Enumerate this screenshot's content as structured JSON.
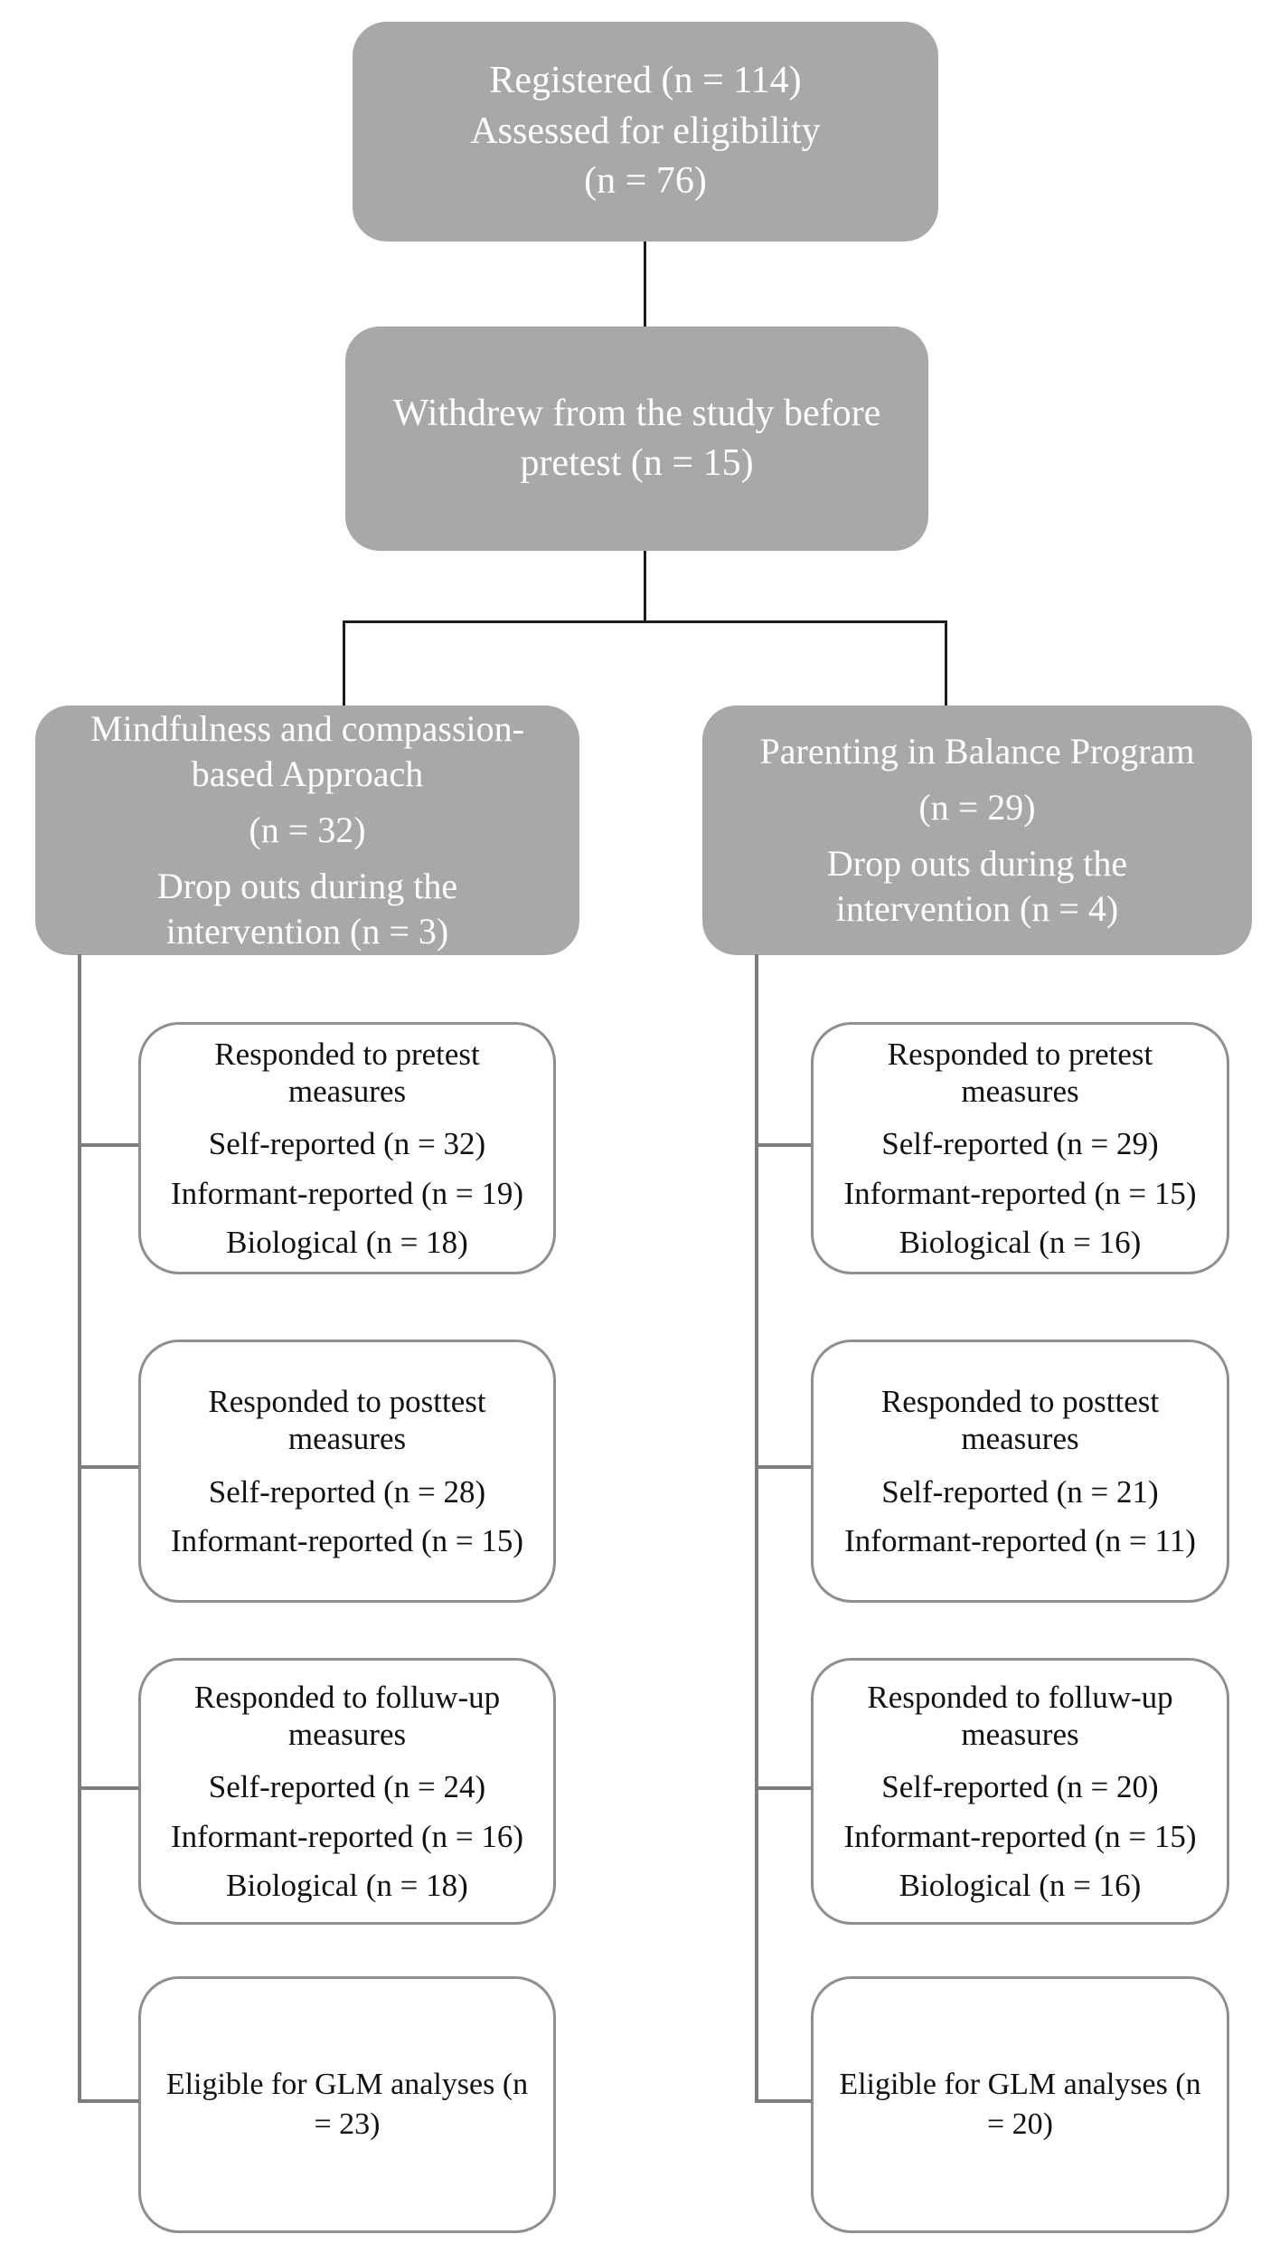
{
  "diagram_type": "participant-flow-chart",
  "colors": {
    "gray_node_fill": "#a8a8a8",
    "gray_node_text": "#ffffff",
    "outcome_box_border": "#8f8f8f",
    "outcome_box_text": "#111111",
    "connector_dark": "#1c1c1c",
    "spine_gray": "#7d7d7d",
    "background": "#ffffff"
  },
  "nodes": {
    "registered": {
      "lines": [
        "Registered (n = 114)",
        "Assessed for eligibility",
        "(n = 76)"
      ]
    },
    "withdrew": {
      "lines": [
        "Withdrew from the study before",
        "pretest (n = 15)"
      ]
    }
  },
  "branches": {
    "left": {
      "header": {
        "name_lines": [
          "Mindfulness and compassion-",
          "based Approach"
        ],
        "n_line": "(n = 32)",
        "dropout_lines": [
          "Drop outs during the",
          "intervention (n = 3)"
        ]
      },
      "pretest": {
        "title_lines": [
          "Responded to pretest",
          "measures"
        ],
        "items": [
          "Self-reported (n = 32)",
          "Informant-reported (n = 19)",
          "Biological (n = 18)"
        ]
      },
      "posttest": {
        "title_lines": [
          "Responded to posttest",
          "measures"
        ],
        "items": [
          "Self-reported (n = 28)",
          "Informant-reported (n = 15)"
        ]
      },
      "followup": {
        "title_lines": [
          "Responded to folluw-up",
          "measures"
        ],
        "items": [
          "Self-reported (n = 24)",
          "Informant-reported (n = 16)",
          "Biological (n = 18)"
        ]
      },
      "glm": {
        "lines": [
          "Eligible for GLM analyses (n",
          "= 23)"
        ]
      }
    },
    "right": {
      "header": {
        "name_lines": [
          "Parenting in Balance Program"
        ],
        "n_line": "(n = 29)",
        "dropout_lines": [
          "Drop outs during the",
          "intervention (n = 4)"
        ]
      },
      "pretest": {
        "title_lines": [
          "Responded to pretest",
          "measures"
        ],
        "items": [
          "Self-reported (n = 29)",
          "Informant-reported (n = 15)",
          "Biological (n = 16)"
        ]
      },
      "posttest": {
        "title_lines": [
          "Responded to posttest",
          "measures"
        ],
        "items": [
          "Self-reported (n = 21)",
          "Informant-reported (n = 11)"
        ]
      },
      "followup": {
        "title_lines": [
          "Responded to folluw-up",
          "measures"
        ],
        "items": [
          "Self-reported (n = 20)",
          "Informant-reported (n = 15)",
          "Biological (n = 16)"
        ]
      },
      "glm": {
        "lines": [
          "Eligible for GLM analyses (n",
          "= 20)"
        ]
      }
    }
  }
}
